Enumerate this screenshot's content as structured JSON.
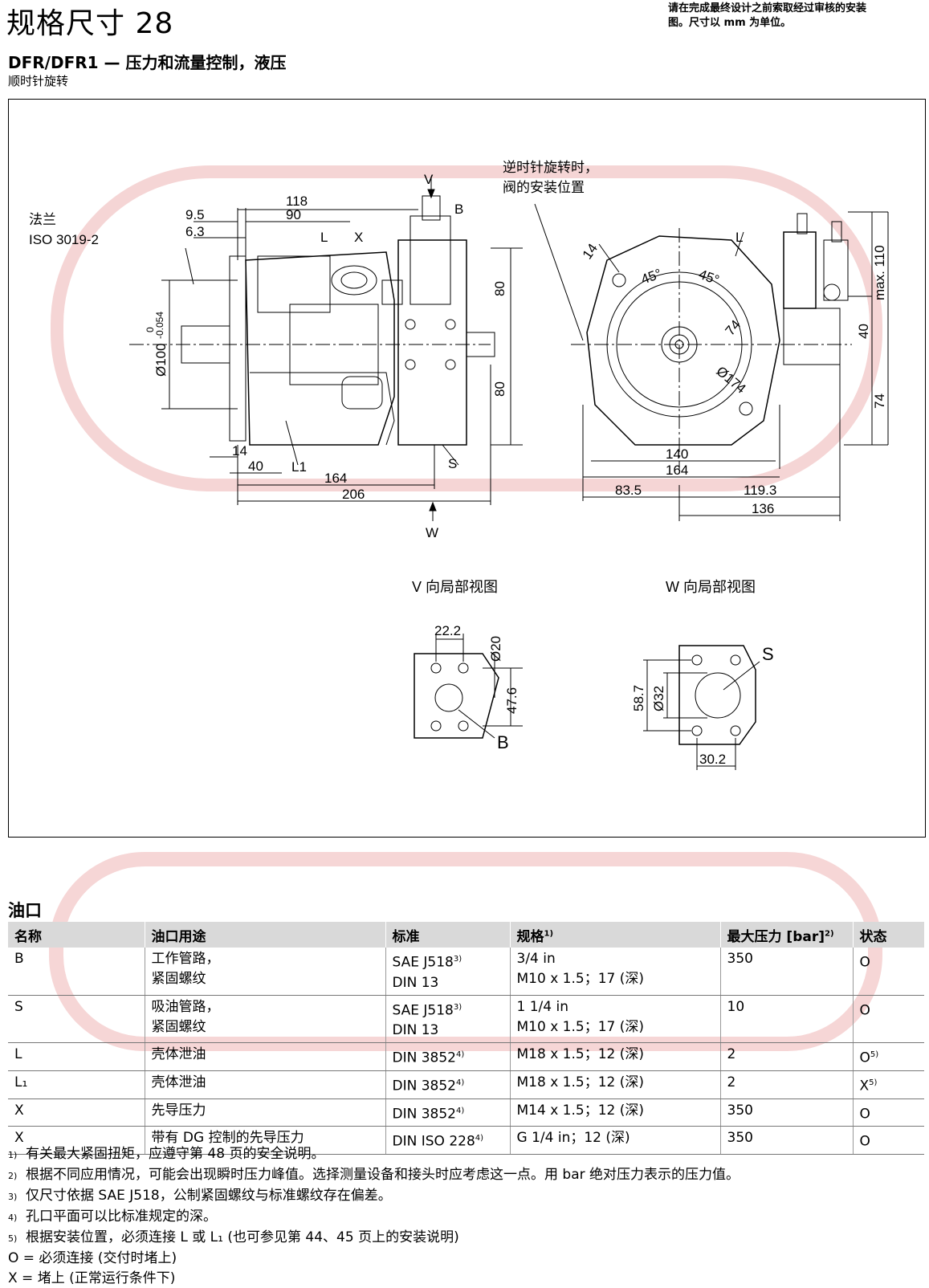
{
  "header": {
    "title": "规格尺寸 28",
    "note_line1": "请在完成最终设计之前索取经过审核的安装",
    "note_line2": "图。尺寸以 mm 为单位。",
    "subtitle": "DFR/DFR1 — 压力和流量控制，液压",
    "rotation": "顺时针旋转"
  },
  "drawing": {
    "flange_label": "法兰",
    "flange_std": "ISO 3019-2",
    "ccw_note_1": "逆时针旋转时，",
    "ccw_note_2": "阀的安装位置",
    "view_v_label": "V 向局部视图",
    "view_w_label": "W 向局部视图",
    "labels": {
      "V": "V",
      "B": "B",
      "L": "L",
      "X": "X",
      "S": "S",
      "L1": "L1",
      "W": "W"
    },
    "dims_side": {
      "d118": "118",
      "d90": "90",
      "d9_5": "9.5",
      "d6_3": "6.3",
      "d80a": "80",
      "d80b": "80",
      "dia100": "Ø100",
      "tol_upper": "0",
      "tol_lower": "-0.054",
      "d14": "14",
      "d40": "40",
      "d164": "164",
      "d206": "206"
    },
    "dims_front": {
      "d14": "14",
      "a45a": "45°",
      "a45b": "45°",
      "d74r": "74",
      "dia174": "Ø174",
      "d140": "140",
      "d164": "164",
      "d83_5": "83.5",
      "d119_3": "119.3",
      "d136": "136",
      "dmax110": "max. 110",
      "d40": "40",
      "d74": "74"
    },
    "dims_v": {
      "d22_2": "22.2",
      "dia20": "Ø20",
      "d47_6": "47.6",
      "B": "B"
    },
    "dims_w": {
      "S": "S",
      "d58_7": "58.7",
      "dia32": "Ø32",
      "d30_2": "30.2"
    }
  },
  "ports": {
    "section_title": "油口",
    "headers": {
      "name": "名称",
      "use": "油口用途",
      "standard": "标准",
      "spec": "规格",
      "spec_sup": "1)",
      "pressure": "最大压力 [bar]",
      "pressure_sup": "2)",
      "state": "状态"
    },
    "rows": [
      {
        "name": "B",
        "use1": "工作管路，",
        "use2": "紧固螺纹",
        "std1": "SAE J518",
        "std1_sup": "3)",
        "std2": "DIN 13",
        "spec1": "3/4 in",
        "spec2": "M10 x 1.5；17 (深)",
        "pressure": "350",
        "state": "O",
        "state_sup": ""
      },
      {
        "name": "S",
        "use1": "吸油管路，",
        "use2": "紧固螺纹",
        "std1": "SAE J518",
        "std1_sup": "3)",
        "std2": "DIN 13",
        "spec1": "1 1/4 in",
        "spec2": "M10 x 1.5；17 (深)",
        "pressure": "10",
        "state": "O",
        "state_sup": ""
      },
      {
        "name": "L",
        "use1": "壳体泄油",
        "use2": "",
        "std1": "DIN 3852",
        "std1_sup": "4)",
        "std2": "",
        "spec1": "M18 x 1.5；12 (深)",
        "spec2": "",
        "pressure": "2",
        "state": "O",
        "state_sup": "5)"
      },
      {
        "name": "L₁",
        "use1": "壳体泄油",
        "use2": "",
        "std1": "DIN 3852",
        "std1_sup": "4)",
        "std2": "",
        "spec1": "M18 x 1.5；12 (深)",
        "spec2": "",
        "pressure": "2",
        "state": "X",
        "state_sup": "5)"
      },
      {
        "name": "X",
        "use1": "先导压力",
        "use2": "",
        "std1": "DIN 3852",
        "std1_sup": "4)",
        "std2": "",
        "spec1": "M14 x 1.5；12 (深)",
        "spec2": "",
        "pressure": "350",
        "state": "O",
        "state_sup": ""
      },
      {
        "name": "X",
        "use1": "带有 DG 控制的先导压力",
        "use2": "",
        "std1": "DIN ISO 228",
        "std1_sup": "4)",
        "std2": "",
        "spec1": "G 1/4 in；12 (深)",
        "spec2": "",
        "pressure": "350",
        "state": "O",
        "state_sup": ""
      }
    ]
  },
  "footnotes": {
    "n1": "1)",
    "t1": "有关最大紧固扭矩，应遵守第 48 页的安全说明。",
    "n2": "2)",
    "t2": "根据不同应用情况，可能会出现瞬时压力峰值。选择测量设备和接头时应考虑这一点。用 bar 绝对压力表示的压力值。",
    "n3": "3)",
    "t3": "仅尺寸依据 SAE J518，公制紧固螺纹与标准螺纹存在偏差。",
    "n4": "4)",
    "t4": "孔口平面可以比标准规定的深。",
    "n5": "5)",
    "t5": "根据安装位置，必须连接 L 或 L₁ (也可参见第 44、45 页上的安装说明)",
    "legend_o": "O = 必须连接 (交付时堵上)",
    "legend_x": "X = 堵上 (正常运行条件下)"
  },
  "colors": {
    "watermark": "#f3c9c9",
    "table_header_bg": "#d9d9d9"
  }
}
